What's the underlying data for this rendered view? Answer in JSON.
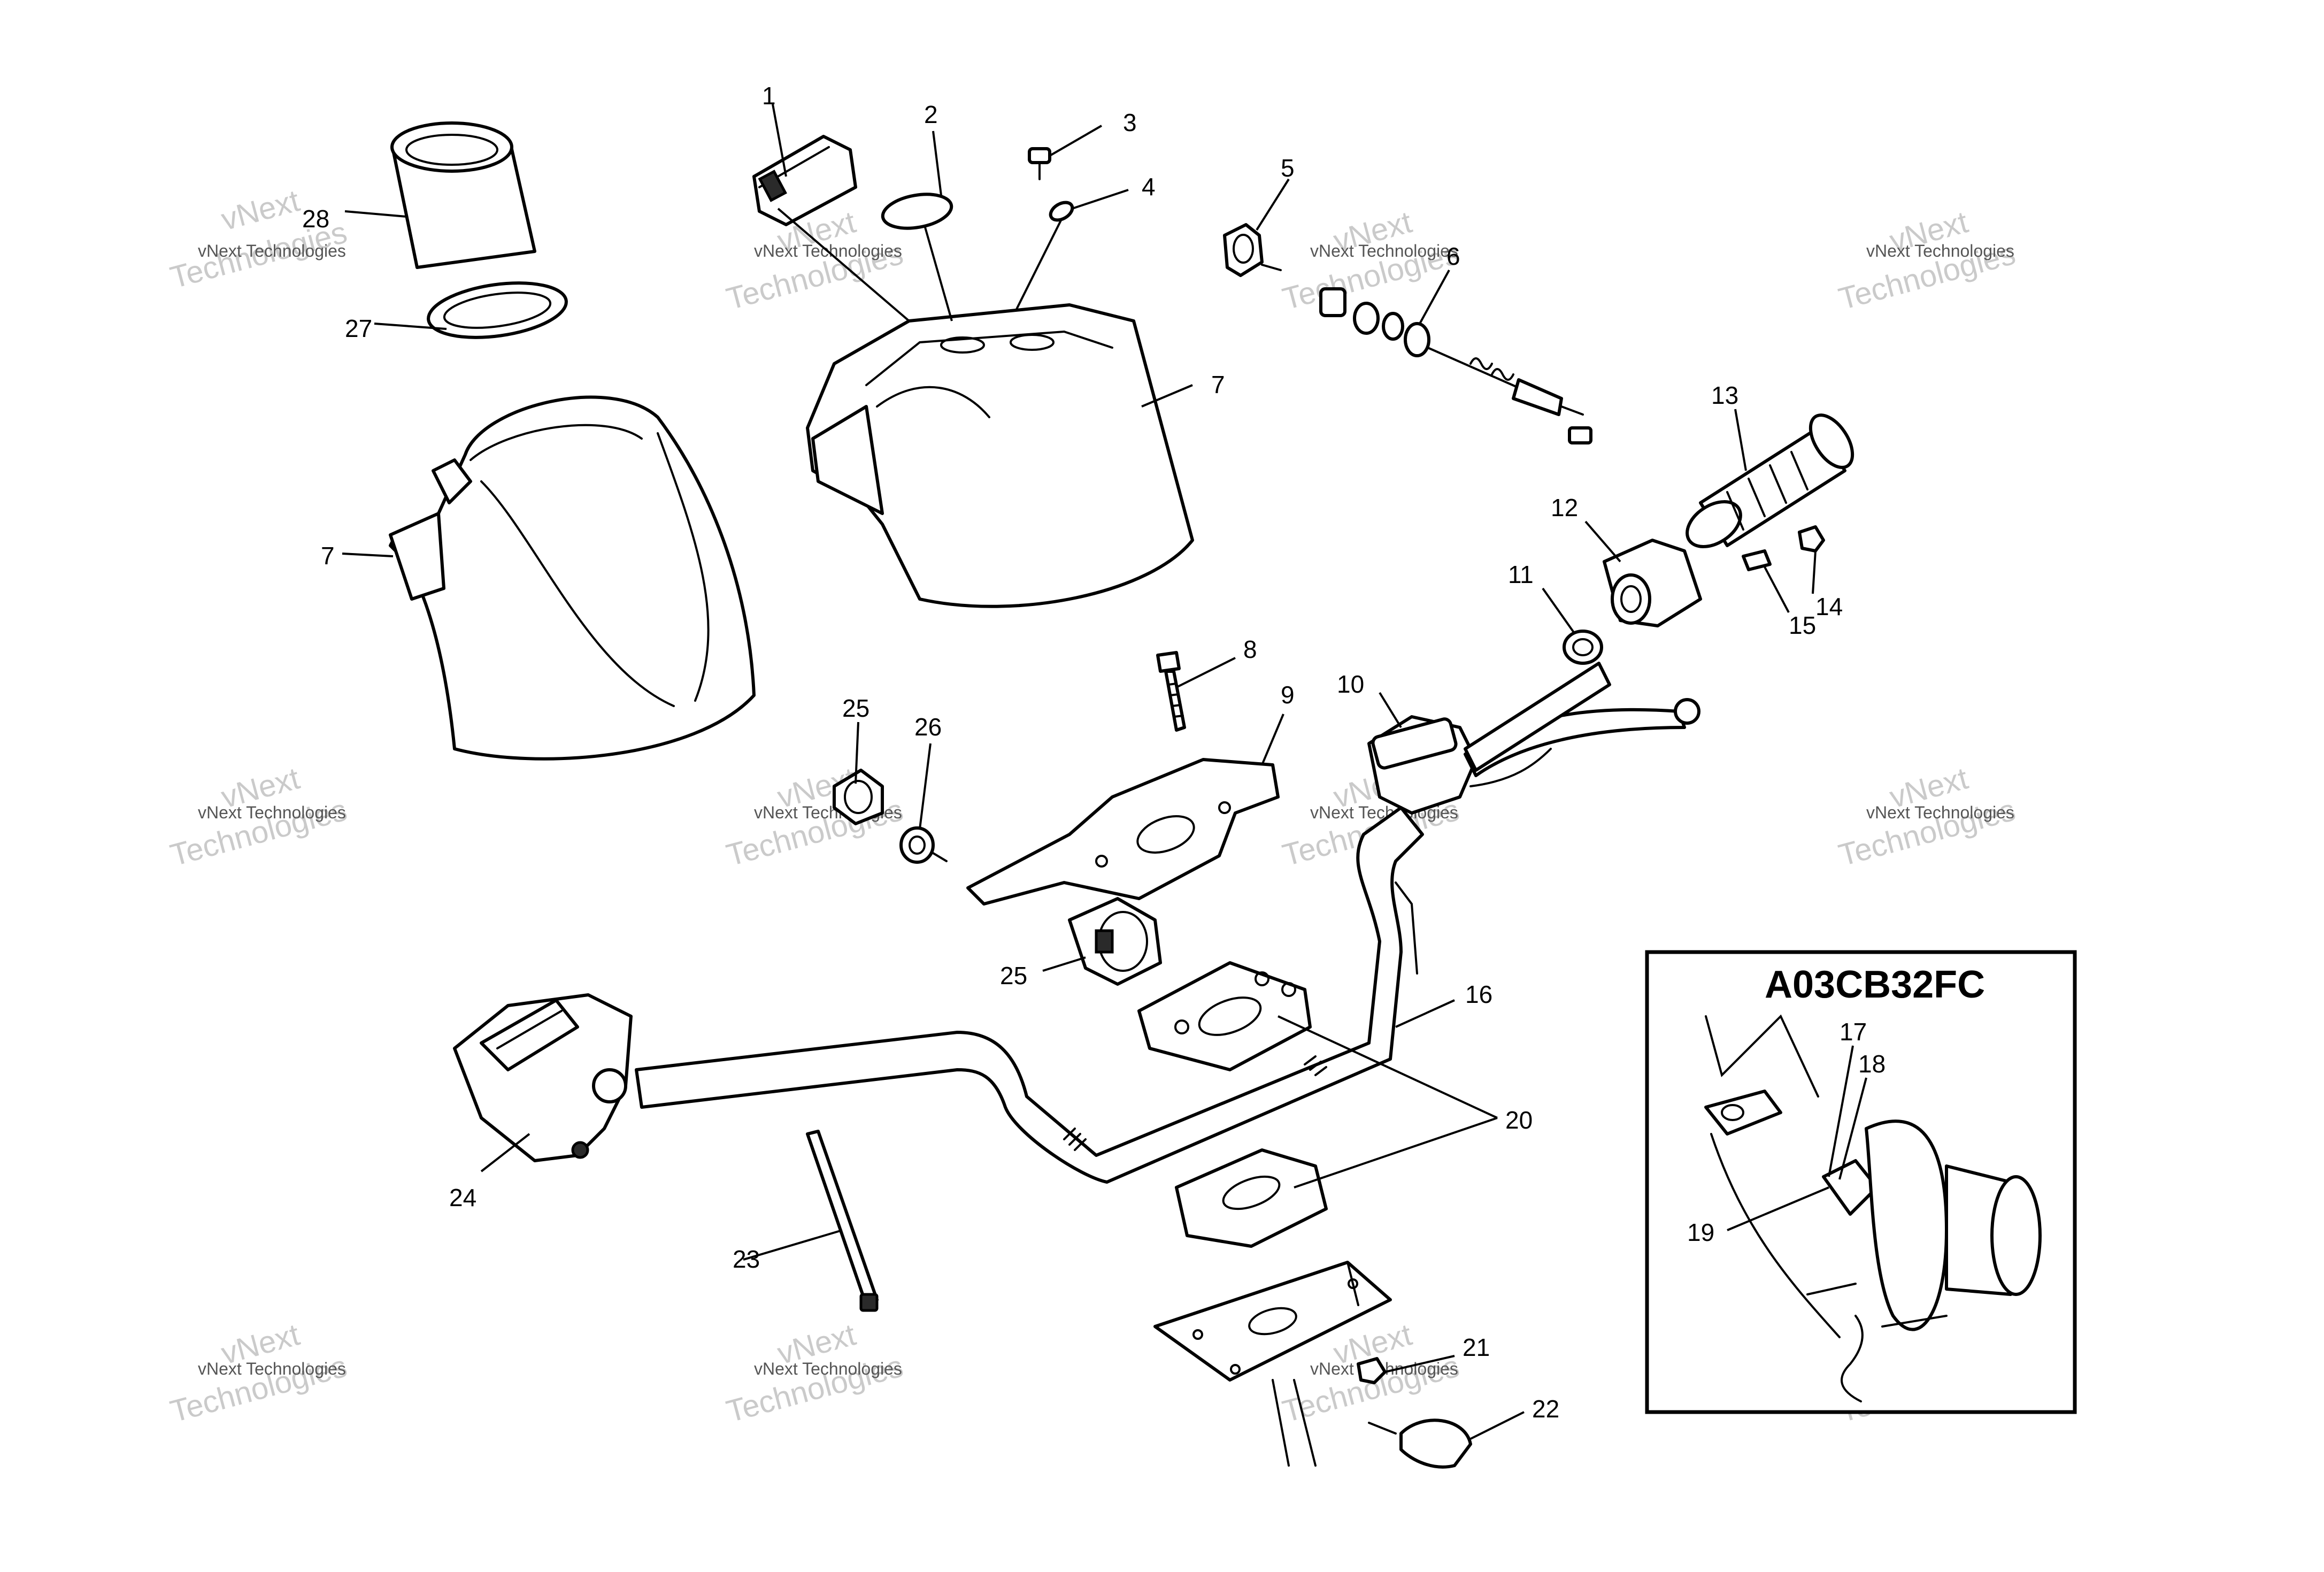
{
  "callouts": [
    {
      "id": "c1",
      "label": "1"
    },
    {
      "id": "c2",
      "label": "2"
    },
    {
      "id": "c3",
      "label": "3"
    },
    {
      "id": "c4",
      "label": "4"
    },
    {
      "id": "c5",
      "label": "5"
    },
    {
      "id": "c6",
      "label": "6"
    },
    {
      "id": "c7a",
      "label": "7"
    },
    {
      "id": "c7b",
      "label": "7"
    },
    {
      "id": "c8",
      "label": "8"
    },
    {
      "id": "c9",
      "label": "9"
    },
    {
      "id": "c10",
      "label": "10"
    },
    {
      "id": "c11",
      "label": "11"
    },
    {
      "id": "c12",
      "label": "12"
    },
    {
      "id": "c13",
      "label": "13"
    },
    {
      "id": "c14",
      "label": "14"
    },
    {
      "id": "c15",
      "label": "15"
    },
    {
      "id": "c16",
      "label": "16"
    },
    {
      "id": "c17",
      "label": "17"
    },
    {
      "id": "c18",
      "label": "18"
    },
    {
      "id": "c19",
      "label": "19"
    },
    {
      "id": "c20",
      "label": "20"
    },
    {
      "id": "c21",
      "label": "21"
    },
    {
      "id": "c22",
      "label": "22"
    },
    {
      "id": "c23",
      "label": "23"
    },
    {
      "id": "c24",
      "label": "24"
    },
    {
      "id": "c25a",
      "label": "25"
    },
    {
      "id": "c25b",
      "label": "25"
    },
    {
      "id": "c26",
      "label": "26"
    },
    {
      "id": "c27",
      "label": "27"
    },
    {
      "id": "c28",
      "label": "28"
    }
  ],
  "inset": {
    "title": "A03CB32FC"
  },
  "watermark": {
    "line1": "vNext Technologies",
    "line2": "vNext",
    "line3": "Technologies"
  }
}
